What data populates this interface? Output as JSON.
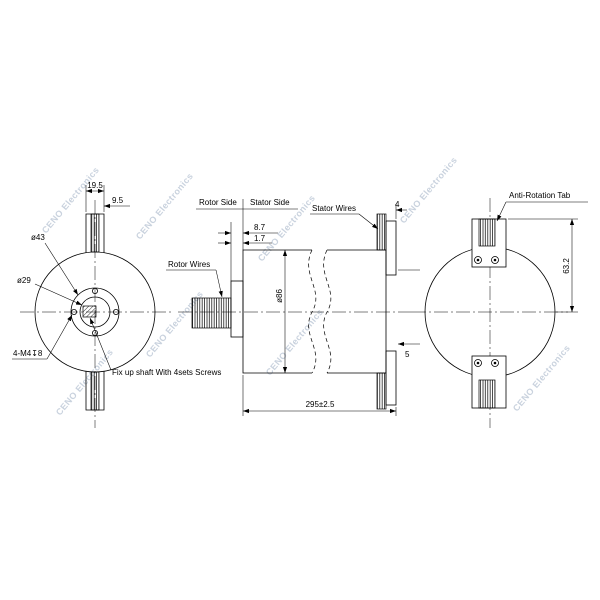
{
  "watermark": "CENO Electronics",
  "front_view": {
    "dim_tab_width": "19.5",
    "dim_tab_offset": "9.5",
    "label_d43": "ø43",
    "label_d29": "ø29",
    "label_holes": "4-M4↧8",
    "label_fix_shaft": "Fix up shaft With 4sets Screws"
  },
  "side_view": {
    "label_rotor_side": "Rotor Side",
    "label_stator_side": "Stator Side",
    "dim_8_7": "8.7",
    "dim_1_7": "1.7",
    "label_rotor_wires": "Rotor Wires",
    "label_stator_wires": "Stator Wires",
    "dim_4": "4",
    "dim_5": "5",
    "dim_diameter": "ø86",
    "dim_length": "295±2.5"
  },
  "rear_view": {
    "label_anti_rotation": "Anti-Rotation Tab",
    "dim_63_2": "63.2"
  },
  "colors": {
    "line": "#000000",
    "watermark": "#c9d2de"
  }
}
